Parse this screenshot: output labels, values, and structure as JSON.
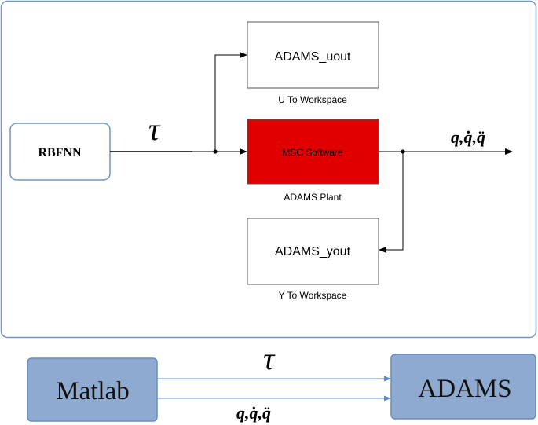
{
  "simulink_panel": {
    "rbfnn_label": "RBFNN",
    "tau_symbol": "τ",
    "output_label": "q,q̇,q̈",
    "u_block": {
      "label": "ADAMS_uout",
      "caption": "U To Workspace"
    },
    "plant_block": {
      "label": "MSC Software",
      "caption": "ADAMS Plant",
      "fill_color": "#e10000"
    },
    "y_block": {
      "label": "ADAMS_yout",
      "caption": "Y To Workspace"
    },
    "panel_border_color": "#6f95c4"
  },
  "cosim": {
    "matlab_label": "Matlab",
    "adams_label": "ADAMS",
    "tau_symbol": "τ",
    "feedback_label": "q,q̇,q̈",
    "box_fill_color": "#8eaad0",
    "arrow_color": "#5b8bd6"
  }
}
